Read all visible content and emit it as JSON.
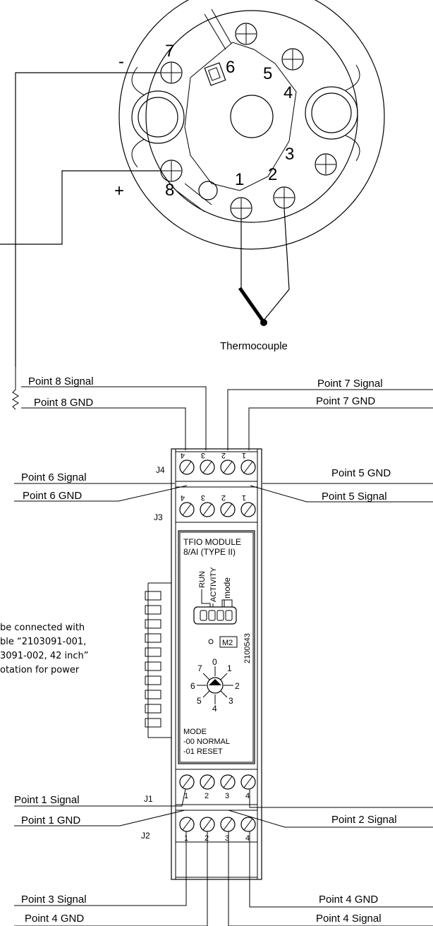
{
  "transmitter": {
    "minus": "-",
    "plus": "+",
    "terminals": [
      "1",
      "2",
      "3",
      "4",
      "5",
      "6",
      "7",
      "8"
    ],
    "sensor_label": "Thermocouple"
  },
  "top_wires": {
    "p8_signal": "Point 8 Signal",
    "p8_gnd": "Point 8 GND",
    "p7_signal": "Point 7 Signal",
    "p7_gnd": "Point 7 GND",
    "p6_signal": "Point 6 Signal",
    "p6_gnd": "Point 6 GND",
    "p5_gnd": "Point 5 GND",
    "p5_signal": "Point 5 Signal"
  },
  "bottom_wires": {
    "p1_signal": "Point 1 Signal",
    "p1_gnd": "Point 1 GND",
    "p2_signal": "Point 2 Signal",
    "p3_signal": "Point 3 Signal",
    "p4_gnd_left": "Point 4 GND",
    "p4_gnd_right": "Point 4 GND",
    "p4_signal": "Point 4 Signal"
  },
  "connectors": {
    "j1": "J1",
    "j2": "J2",
    "j3": "J3",
    "j4": "J4",
    "top_pins": [
      "4",
      "3",
      "2",
      "1"
    ],
    "bottom_pins": [
      "1",
      "2",
      "3",
      "4"
    ]
  },
  "module": {
    "title1": "TFIO MODULE",
    "title2": "8/AI   (TYPE II)",
    "led_run": "RUN",
    "led_activity": "ACTIVITY",
    "led_mode": "mode",
    "m2": "M2",
    "part_no": "2100543",
    "switch": [
      "0",
      "1",
      "2",
      "3",
      "4",
      "5",
      "6",
      "7"
    ],
    "mode_title": "MODE",
    "mode_normal": "-00 NORMAL",
    "mode_reset": "-01 RESET"
  },
  "note": {
    "line1": "be connected with",
    "line2": "ble “2103091-001,",
    "line3": "3091-002, 42 inch”",
    "line4": "otation for power"
  }
}
